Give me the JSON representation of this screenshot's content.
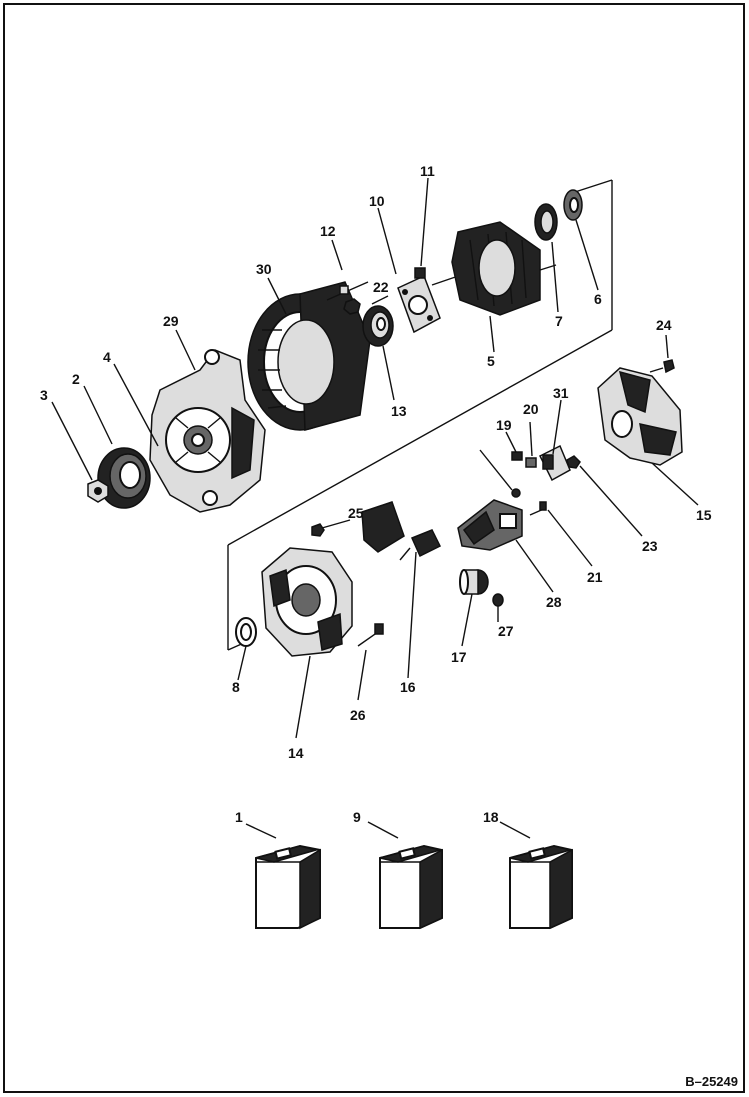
{
  "figure": {
    "reference": "B–25249",
    "part_labels": {
      "p1": "1",
      "p2": "2",
      "p3": "3",
      "p4": "4",
      "p5": "5",
      "p6": "6",
      "p7": "7",
      "p8": "8",
      "p9": "9",
      "p10": "10",
      "p11": "11",
      "p12": "12",
      "p13": "13",
      "p14": "14",
      "p15": "15",
      "p16": "16",
      "p17": "17",
      "p18": "18",
      "p19": "19",
      "p20": "20",
      "p21": "21",
      "p22": "22",
      "p23": "23",
      "p24": "24",
      "p25": "25",
      "p26": "26",
      "p27": "27",
      "p28": "28",
      "p29": "29",
      "p30": "30",
      "p31": "31"
    }
  }
}
